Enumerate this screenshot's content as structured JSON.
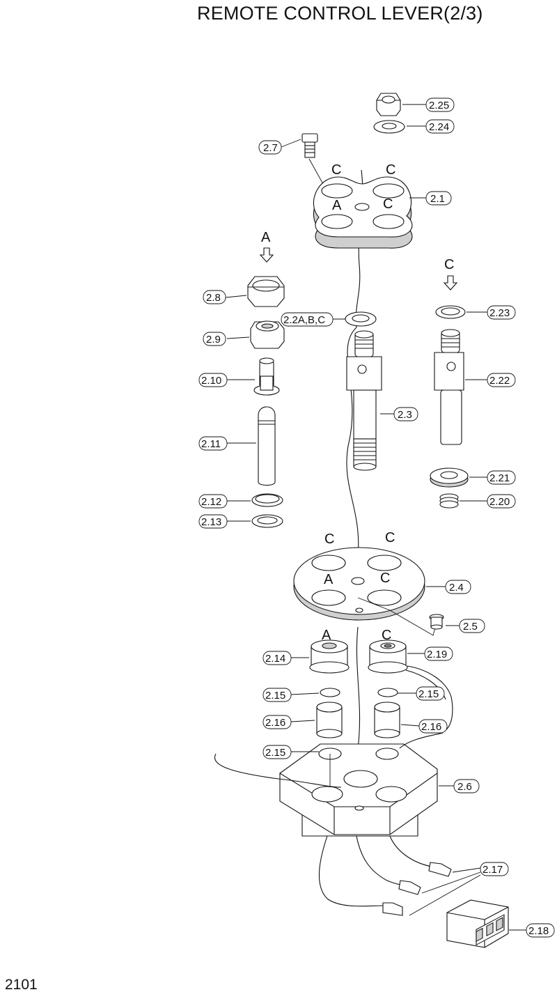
{
  "header": {
    "title": "REMOTE CONTROL LEVER(2/3)"
  },
  "footer": {
    "page_number": "2101"
  },
  "callouts": {
    "c2_25": "2.25",
    "c2_24": "2.24",
    "c2_7": "2.7",
    "c2_1": "2.1",
    "c2_8": "2.8",
    "c2_2": "2.2A,B,C",
    "c2_9": "2.9",
    "c2_10": "2.10",
    "c2_3": "2.3",
    "c2_11": "2.11",
    "c2_12": "2.12",
    "c2_13": "2.13",
    "c2_23": "2.23",
    "c2_22": "2.22",
    "c2_21": "2.21",
    "c2_20": "2.20",
    "c2_4": "2.4",
    "c2_5": "2.5",
    "c2_14": "2.14",
    "c2_19": "2.19",
    "c2_15a": "2.15",
    "c2_15b": "2.15",
    "c2_15c": "2.15",
    "c2_16a": "2.16",
    "c2_16b": "2.16",
    "c2_6": "2.6",
    "c2_17": "2.17",
    "c2_18": "2.18"
  },
  "port_letters": {
    "plate_top": [
      "C",
      "C",
      "A",
      "C"
    ],
    "plate_mid": [
      "C",
      "C",
      "A",
      "C"
    ],
    "caps": [
      "A",
      "C"
    ],
    "view_a": "A",
    "view_c": "C"
  }
}
